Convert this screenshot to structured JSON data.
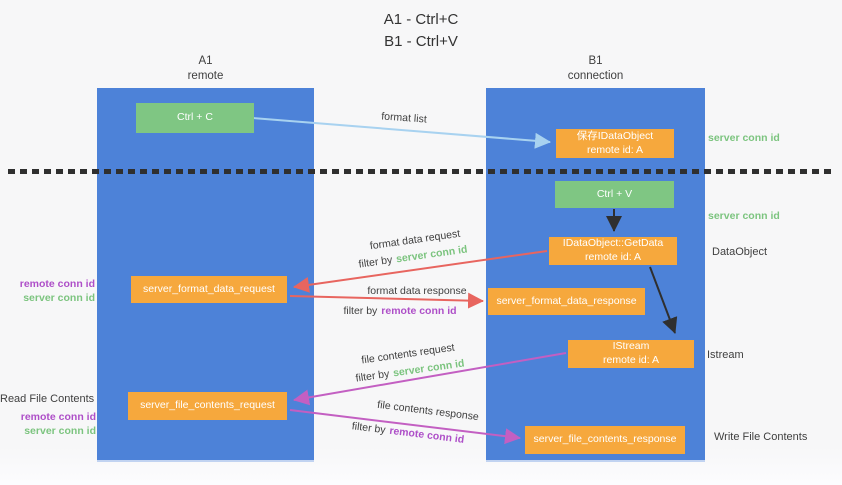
{
  "title": {
    "line1": "A1 - Ctrl+C",
    "line2": "B1 - Ctrl+V"
  },
  "lanes": {
    "left": {
      "title": "A1",
      "subtitle": "remote"
    },
    "right": {
      "title": "B1",
      "subtitle": "connection"
    }
  },
  "nodes": {
    "ctrl_c": {
      "label": "Ctrl + C"
    },
    "save_idataobject": {
      "line1": "保存IDataObject",
      "line2": "remote id: A"
    },
    "ctrl_v": {
      "label": "Ctrl + V"
    },
    "idataobject_getdata": {
      "line1": "IDataObject::GetData",
      "line2": "remote id: A"
    },
    "server_format_data_request": {
      "label": "server_format_data_request"
    },
    "server_format_data_response": {
      "label": "server_format_data_response"
    },
    "istream": {
      "line1": "IStream",
      "line2": "remote id: A"
    },
    "server_file_contents_request": {
      "label": "server_file_contents_request"
    },
    "server_file_contents_response": {
      "label": "server_file_contents_response"
    }
  },
  "edge_labels": {
    "format_list": "format list",
    "format_data_request": "format data request",
    "format_data_response": "format data response",
    "file_contents_request": "file contents request",
    "file_contents_response": "file contents response",
    "filter_by": "filter by",
    "server_conn_id": "server conn id",
    "remote_conn_id": "remote conn id"
  },
  "side_labels": {
    "right_server_conn_id_top": "server conn id",
    "right_server_conn_id_mid": "server conn id",
    "right_dataobject": "DataObject",
    "right_istream": "Istream",
    "right_write_file_contents": "Write File Contents",
    "left_remote_conn_id_top": "remote conn id",
    "left_server_conn_id_top": "server conn id",
    "left_read_file_contents": "Read File Contents",
    "left_remote_conn_id_bottom": "remote conn id",
    "left_server_conn_id_bottom": "server conn id"
  },
  "colors": {
    "lane_blue": "#4d82d8",
    "box_green": "#7fc683",
    "box_orange": "#f6a83d",
    "arrow_red": "#e8655f",
    "arrow_magenta": "#c35fc2",
    "arrow_blue": "#a8d2f0",
    "ink_black": "#2f2f2f",
    "text_green": "#7cc47f",
    "text_purple": "#ae4fc8",
    "text_dark": "#3f3f3f"
  }
}
